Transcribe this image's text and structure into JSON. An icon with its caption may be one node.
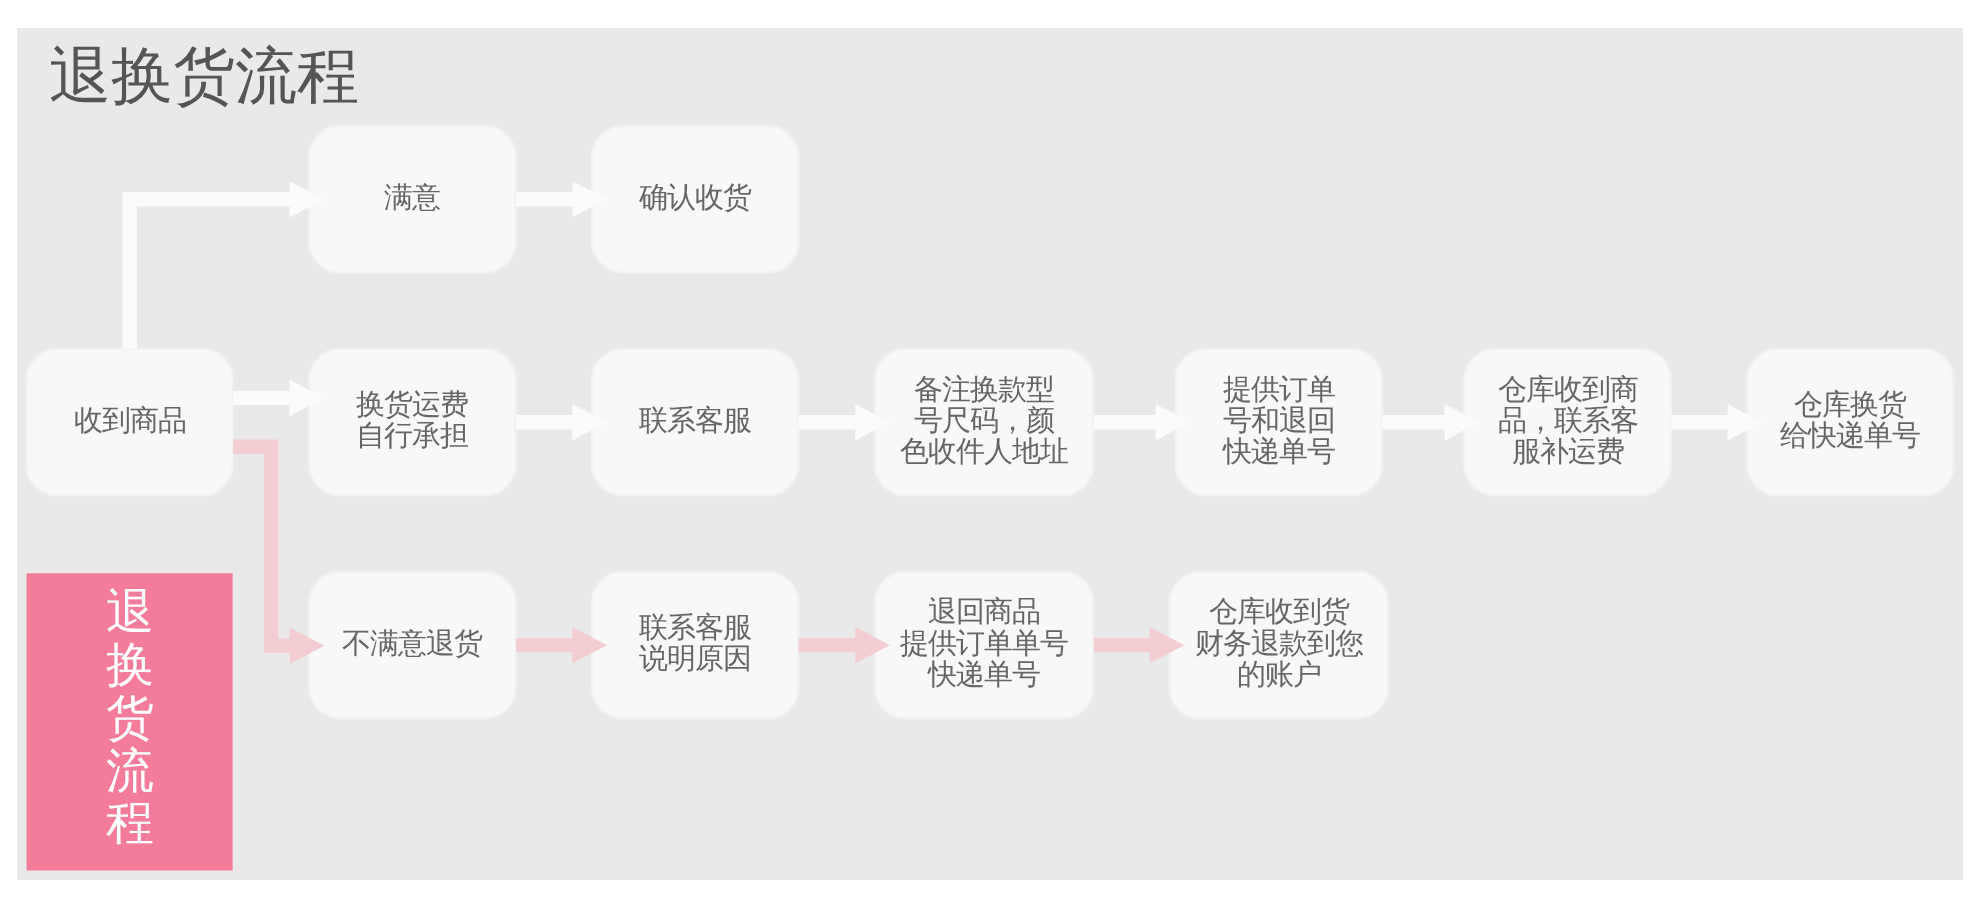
{
  "diagram": {
    "title": "退换货流程",
    "nodes": [
      {
        "text": [
          "收到商品"
        ]
      },
      {
        "text": [
          "满意"
        ]
      },
      {
        "text": [
          "确认收货"
        ]
      },
      {
        "text": [
          "换货运费自行承担"
        ]
      },
      {
        "text": [
          "联系客服"
        ]
      },
      {
        "text": [
          "备注换款型号尺码，颜色收件人地址"
        ]
      },
      {
        "text": [
          "提供订单号和退回快递单号"
        ]
      },
      {
        "text": [
          "仓库收到商品，联系客服补运费"
        ]
      },
      {
        "text": [
          "仓库换货给快递单号"
        ]
      },
      {
        "text": [
          "不满意退货"
        ]
      },
      {
        "text": [
          "联系客服说明原因"
        ]
      },
      {
        "text": [
          "退回商品提供订单单号快递单号"
        ]
      },
      {
        "text": [
          "仓库收到货财务退款到您的账户"
        ]
      }
    ],
    "edges": [
      {
        "from": 0,
        "to": 1,
        "arrow": "to"
      },
      {
        "from": 1,
        "to": 2,
        "arrow": "to"
      },
      {
        "from": 0,
        "to": 3,
        "arrow": "to"
      },
      {
        "from": 3,
        "to": 4,
        "arrow": "to"
      },
      {
        "from": 4,
        "to": 5,
        "arrow": "to"
      },
      {
        "from": 5,
        "to": 6,
        "arrow": "to"
      },
      {
        "from": 6,
        "to": 7,
        "arrow": "to"
      },
      {
        "from": 7,
        "to": 8,
        "arrow": "to"
      },
      {
        "from": 0,
        "to": 9,
        "arrow": "to",
        "color": "#f4cdd3"
      },
      {
        "from": 9,
        "to": 10,
        "arrow": "to",
        "color": "#f4cdd3"
      },
      {
        "from": 10,
        "to": 11,
        "arrow": "to",
        "color": "#f4cdd3"
      },
      {
        "from": 11,
        "to": 12,
        "arrow": "to",
        "color": "#f4cdd3"
      }
    ],
    "labels": [
      "退换货流程"
    ]
  }
}
